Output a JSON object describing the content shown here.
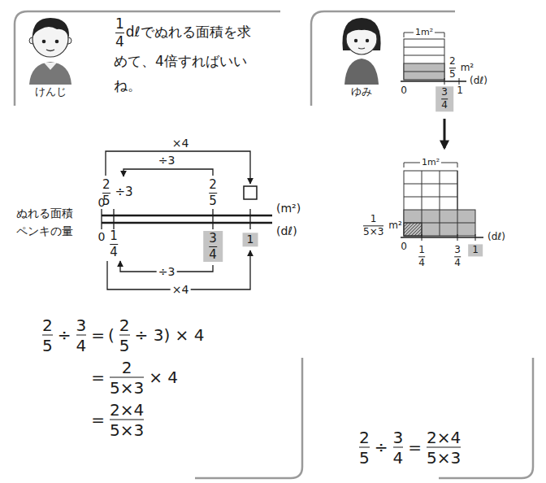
{
  "diagram": {
    "nodes": [
      {
        "text": [
          "3",
          "4"
        ]
      },
      {
        "text": [
          "1"
        ]
      },
      {
        "text": [
          "3",
          "4"
        ]
      },
      {
        "text": [
          "1"
        ]
      }
    ],
    "labels": [
      "1",
      "4",
      "dℓでぬれる面積を求めて、4倍すればいいね。",
      "けんじ",
      "×4",
      "÷3",
      "2",
      "5",
      "÷3",
      "2",
      "5",
      "(m²)",
      "ぬれる面積",
      "0",
      "ペンキの量",
      "0",
      "1",
      "4",
      "(dℓ)",
      "÷3",
      "×4",
      "2",
      "5",
      "÷",
      "3",
      "4",
      "=",
      "(",
      "2",
      "5",
      "÷ 3) × 4",
      "=",
      "2",
      "5×3",
      "× 4",
      "=",
      "2×4",
      "5×3",
      "ゆみ",
      "1m²",
      "2",
      "5",
      "m²",
      "0",
      "1",
      "(dℓ)",
      "1m²",
      "1",
      "5×3",
      "m²",
      "0",
      "1",
      "4",
      "3",
      "4",
      "(dℓ)",
      "2",
      "5",
      "÷",
      "3",
      "4",
      "=",
      "2×4",
      "5×3"
    ]
  }
}
